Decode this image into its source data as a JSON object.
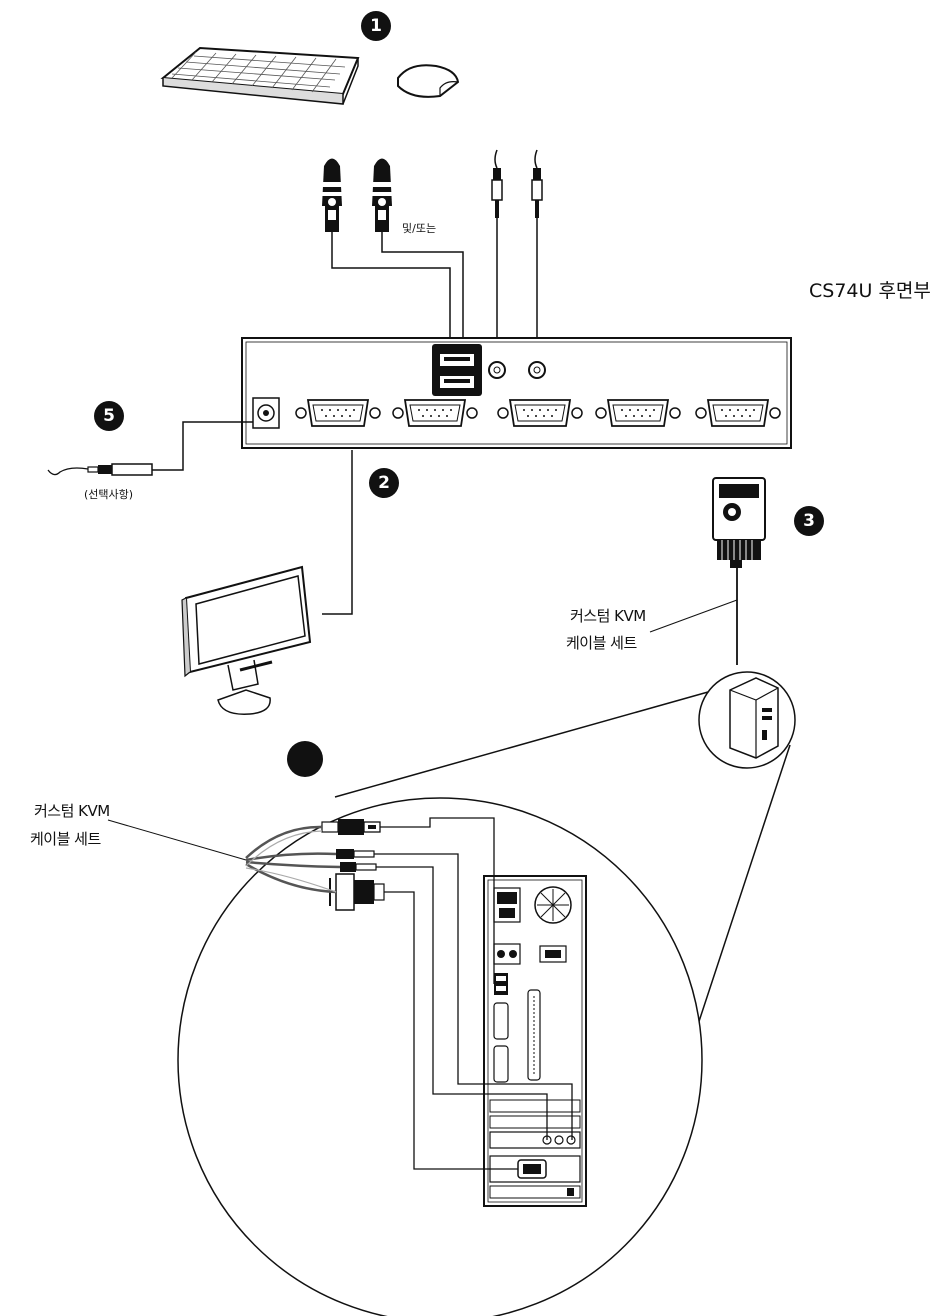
{
  "title": "CS74U 후면부",
  "labels": {
    "and_or": "및/또는",
    "optional": "(선택사항)",
    "kvm_cable_line1": "커스텀 KVM",
    "kvm_cable_line2": "케이블 세트",
    "kvm_cable_detail_line1": "커스텀 KVM",
    "kvm_cable_detail_line2": "케이블 세트"
  },
  "badges": {
    "b1": "1",
    "b2": "2",
    "b3": "3",
    "b4": "",
    "b5": "5"
  },
  "icons": [
    "keyboard-icon",
    "mouse-icon",
    "usb-plug-icon",
    "audio-plug-icon",
    "power-adapter-icon",
    "monitor-icon",
    "vga-connector-icon",
    "pc-tower-icon",
    "pc-rear-panel-icon"
  ],
  "colors": {
    "line": "#111111",
    "background": "#ffffff"
  }
}
